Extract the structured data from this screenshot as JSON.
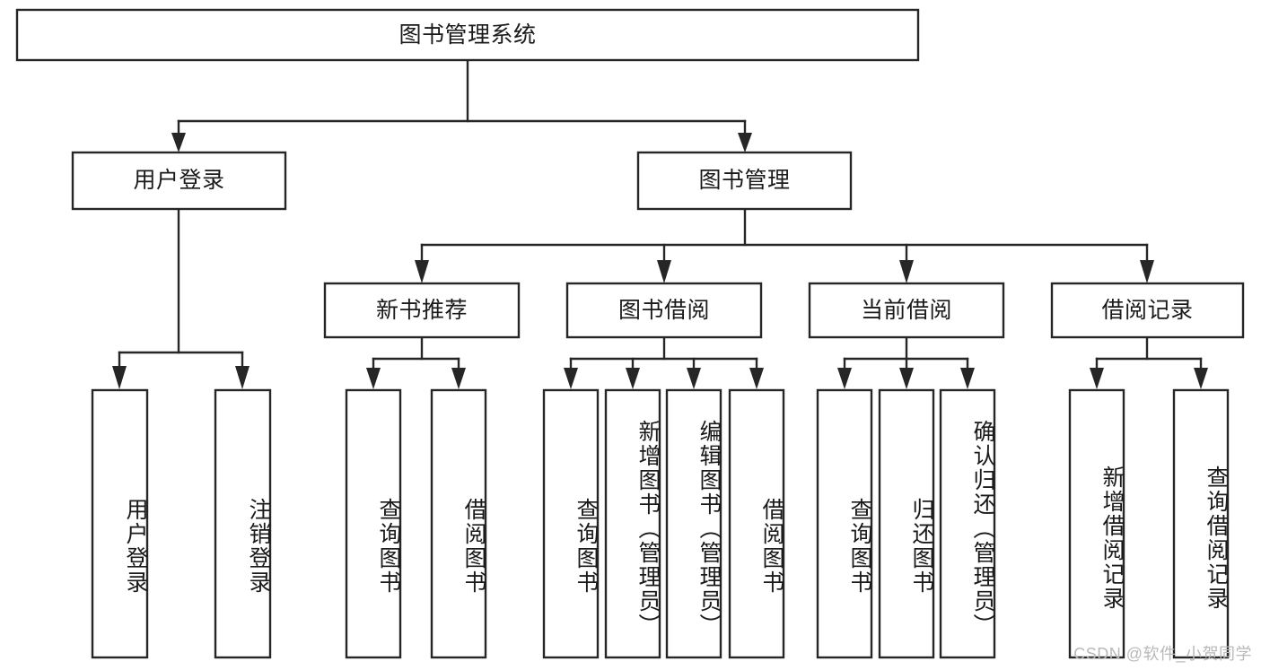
{
  "diagram": {
    "title": "图书管理系统",
    "type": "tree-hierarchy-chart",
    "root": {
      "label": "图书管理系统"
    },
    "level2": [
      {
        "label": "用户登录"
      },
      {
        "label": "图书管理"
      }
    ],
    "level3": [
      {
        "label": "新书推荐"
      },
      {
        "label": "图书借阅"
      },
      {
        "label": "当前借阅"
      },
      {
        "label": "借阅记录"
      }
    ],
    "leaves": {
      "user_login": [
        {
          "label": "用户登录"
        },
        {
          "label": "注销登录"
        }
      ],
      "new_book_recommend": [
        {
          "label": "查询图书"
        },
        {
          "label": "借阅图书"
        }
      ],
      "book_borrow": [
        {
          "label": "查询图书"
        },
        {
          "label": "新增图书（管理员）"
        },
        {
          "label": "编辑图书（管理员）"
        },
        {
          "label": "借阅图书"
        }
      ],
      "current_borrow": [
        {
          "label": "查询图书"
        },
        {
          "label": "归还图书"
        },
        {
          "label": "确认归还（管理员）"
        }
      ],
      "borrow_record": [
        {
          "label": "新增借阅记录"
        },
        {
          "label": "查询借阅记录"
        }
      ]
    }
  },
  "watermark": {
    "text": "CSDN @软件_小贺同学"
  },
  "colors": {
    "stroke": "#262626",
    "fill": "#ffffff",
    "text": "#1a1a1a",
    "watermark": "#b9b9b9"
  }
}
